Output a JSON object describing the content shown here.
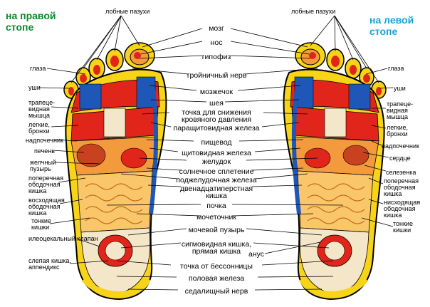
{
  "titles": {
    "right_foot": "на правой\nстопе",
    "left_foot": "на левой\nстопе"
  },
  "colors": {
    "right_title": "#0a8a2a",
    "left_title": "#17a3d6",
    "outline": "#000000",
    "yellow": "#f7d417",
    "red": "#e2251b",
    "blue": "#1f57b8",
    "orange": "#f39a3c",
    "skin": "#f4e6c8"
  },
  "center_labels": [
    "мозг",
    "нос",
    "гипофиз",
    "тройничный нерв",
    "мозжечок",
    "шея",
    "точка для снижения\nкровяного давления",
    "паращитовидная железа",
    "пищевод",
    "щитовидная железа",
    "желудок",
    "солнечное сплетение",
    "поджелудочная железа",
    "двенадцатиперстная\nкишка",
    "почка",
    "мочеточник",
    "мочевой пузырь",
    "сигмовидная кишка,\nпрямая кишка",
    "анус",
    "точка от бессонницы",
    "половая железа",
    "седалищный нерв"
  ],
  "left_side_labels": [
    "лобные пазухи",
    "глаза",
    "уши",
    "трапеце-\nвидная\nмышца",
    "легкие,\nбронхи",
    "надпочечник",
    "печень",
    "желчный\nпузырь",
    "поперечная\nободочная\nкишка",
    "восходящая\nободочная\nкишка",
    "тонкие\nкишки",
    "илеоцекальный\nклапан",
    "слепая кишка,\nаппендикс"
  ],
  "right_side_labels": [
    "лобные пазухи",
    "глаза",
    "уши",
    "трапеце-\nвидная\nмышца",
    "легкие,\nбронхи",
    "надпочечник",
    "сердце",
    "селезенка",
    "поперечная\nободочная\nкишка",
    "нисходящая\nободочная\nкишка",
    "тонкие\nкишки"
  ]
}
